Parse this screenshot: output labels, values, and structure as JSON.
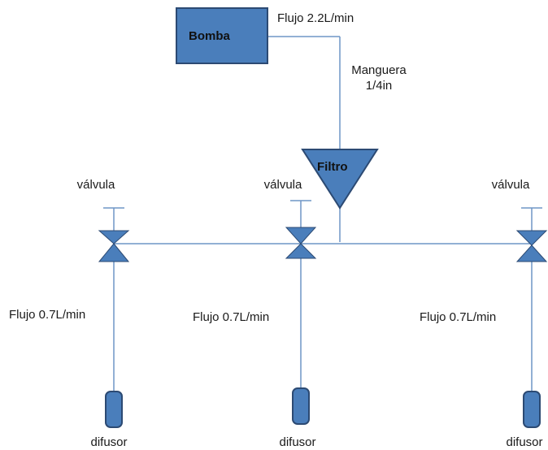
{
  "colors": {
    "shape_fill": "#4a7ebb",
    "shape_stroke": "#2c4a73",
    "pipe": "#6f96c6",
    "text": "#1a1a1a"
  },
  "pump": {
    "label": "Bomba",
    "flow_label": "Flujo 2.2L/min"
  },
  "hose": {
    "label_line1": "Manguera",
    "label_line2": "1/4in"
  },
  "filter": {
    "label": "Filtro"
  },
  "branches": [
    {
      "valve_label": "válvula",
      "flow_label": "Flujo 0.7L/min",
      "diffuser_label": "difusor"
    },
    {
      "valve_label": "válvula",
      "flow_label": "Flujo 0.7L/min",
      "diffuser_label": "difusor"
    },
    {
      "valve_label": "válvula",
      "flow_label": "Flujo 0.7L/min",
      "diffuser_label": "difusor"
    }
  ]
}
